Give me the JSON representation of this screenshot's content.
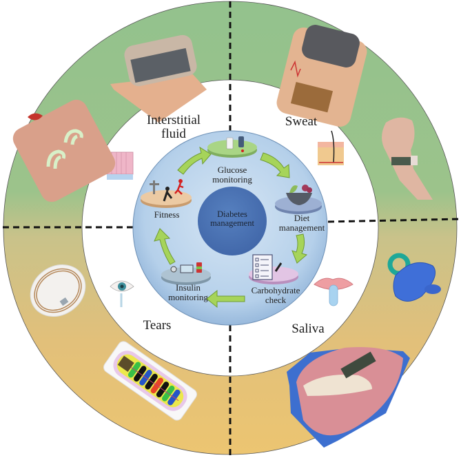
{
  "title": "Wearable biosensors for diabetes management",
  "center": {
    "label_line1": "Diabetes",
    "label_line2": "management"
  },
  "cycle": [
    {
      "id": "glucose",
      "line1": "Glucose",
      "line2": "monitoring",
      "icon": "glucose-meter-icon",
      "platform_color": "#9ccc7a"
    },
    {
      "id": "diet",
      "line1": "Diet",
      "line2": "management",
      "icon": "fruit-bowl-icon",
      "platform_color": "#8fa4c9"
    },
    {
      "id": "carb",
      "line1": "Carbohydrate",
      "line2": "check",
      "icon": "checklist-icon",
      "platform_color": "#d9b6dc"
    },
    {
      "id": "insulin",
      "line1": "Insulin",
      "line2": "monitoring",
      "icon": "insulin-pump-icon",
      "platform_color": "#9fb7c8"
    },
    {
      "id": "fitness",
      "line1": "Fitness",
      "line2": "",
      "icon": "exercise-icon",
      "platform_color": "#e7c09a"
    }
  ],
  "biofluids": [
    {
      "id": "interstitial",
      "line1": "Interstitial",
      "line2": "fluid",
      "icon": "tissue-cells-icon"
    },
    {
      "id": "sweat",
      "line1": "Sweat",
      "line2": "",
      "icon": "skin-layers-icon"
    },
    {
      "id": "saliva",
      "line1": "Saliva",
      "line2": "",
      "icon": "lips-tube-icon"
    },
    {
      "id": "tears",
      "line1": "Tears",
      "line2": "",
      "icon": "eye-tear-icon"
    }
  ],
  "devices": [
    {
      "quadrant": "interstitial",
      "name": "implantable-sensor-photo"
    },
    {
      "quadrant": "interstitial",
      "name": "tattoo-electrode-photo"
    },
    {
      "quadrant": "sweat",
      "name": "skin-patch-photo"
    },
    {
      "quadrant": "sweat",
      "name": "wristband-sensor-photo"
    },
    {
      "quadrant": "saliva",
      "name": "pacifier-sensor-photo"
    },
    {
      "quadrant": "saliva",
      "name": "mouthguard-sensor-photo"
    },
    {
      "quadrant": "tears",
      "name": "contact-lens-sensor-photo"
    },
    {
      "quadrant": "tears",
      "name": "flexible-strip-sensor-photo"
    }
  ],
  "colors": {
    "outer_top": "#93c28d",
    "outer_bottom": "#e8c272",
    "inner_disk": "#b9d3ea",
    "center_disk": "#4a72b4",
    "arrow": "#a6d45a",
    "divider": "#111111"
  }
}
